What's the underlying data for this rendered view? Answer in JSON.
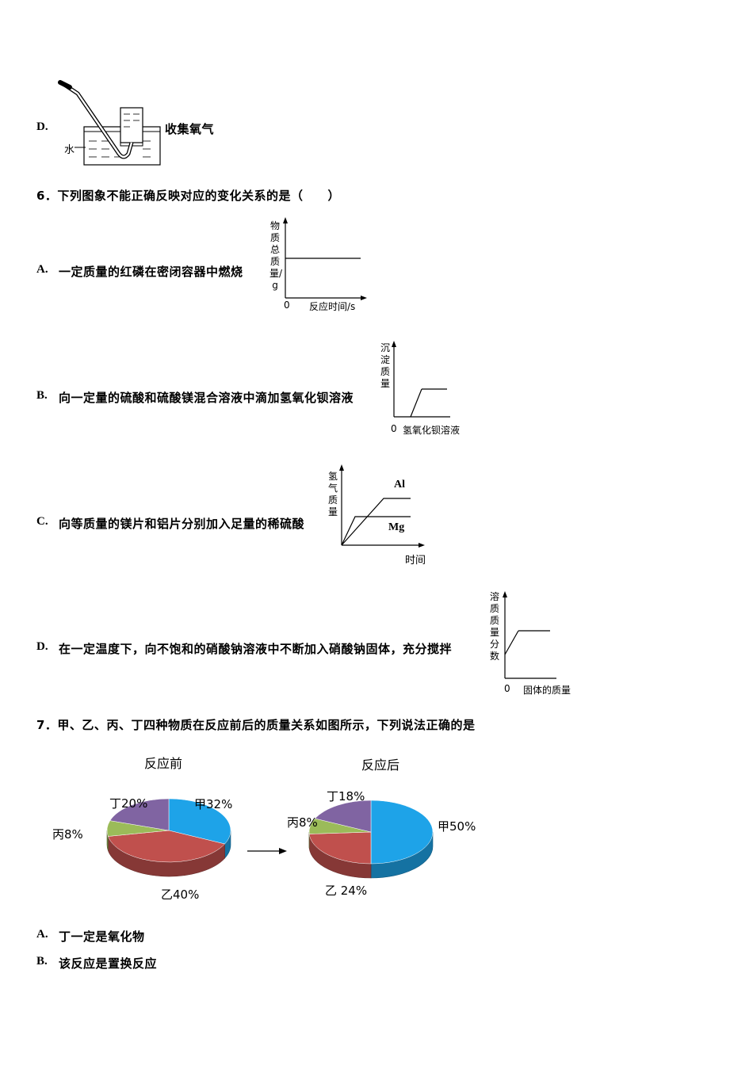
{
  "q5d": {
    "letter": "D.",
    "text": "收集氧气",
    "water_label": "水"
  },
  "q6": {
    "stem": "6．下列图象不能正确反映对应的变化关系的是（　　）",
    "options": [
      {
        "letter": "A.",
        "text": "一定质量的红磷在密闭容器中燃烧",
        "ylabel": "物质总质量/g",
        "xlabel": "反应时间/s",
        "origin": "0"
      },
      {
        "letter": "B.",
        "text": "向一定量的硫酸和硫酸镁混合溶液中滴加氢氧化钡溶液",
        "ylabel": "沉淀质量",
        "xlabel": "氢氧化钡溶液",
        "origin": "0"
      },
      {
        "letter": "C.",
        "text": "向等质量的镁片和铝片分别加入足量的稀硫酸",
        "ylabel": "氢气质量",
        "xlabel": "时间",
        "series": [
          "Al",
          "Mg"
        ]
      },
      {
        "letter": "D.",
        "text": "在一定温度下，向不饱和的硝酸钠溶液中不断加入硝酸钠固体，充分搅拌",
        "ylabel": "溶质质量分数",
        "xlabel": "固体的质量",
        "origin": "0"
      }
    ]
  },
  "q7": {
    "stem": "7．甲、乙、丙、丁四种物质在反应前后的质量关系如图所示，下列说法正确的是",
    "chart_data": [
      {
        "type": "pie",
        "title": "反应前",
        "categories": [
          "甲",
          "乙",
          "丙",
          "丁"
        ],
        "values": [
          32,
          40,
          8,
          20
        ],
        "labels": [
          "甲32%",
          "乙40%",
          "丙8%",
          "丁20%"
        ],
        "colors": [
          "#1ea3e8",
          "#c0504d",
          "#9bbb59",
          "#8064a2"
        ]
      },
      {
        "type": "pie",
        "title": "反应后",
        "categories": [
          "甲",
          "乙",
          "丙",
          "丁"
        ],
        "values": [
          50,
          24,
          8,
          18
        ],
        "labels": [
          "甲50%",
          "乙 24%",
          "丙8%",
          "丁18%"
        ],
        "colors": [
          "#1ea3e8",
          "#c0504d",
          "#9bbb59",
          "#8064a2"
        ]
      }
    ],
    "options": [
      {
        "letter": "A.",
        "text": "丁一定是氧化物"
      },
      {
        "letter": "B.",
        "text": "该反应是置换反应"
      }
    ]
  }
}
